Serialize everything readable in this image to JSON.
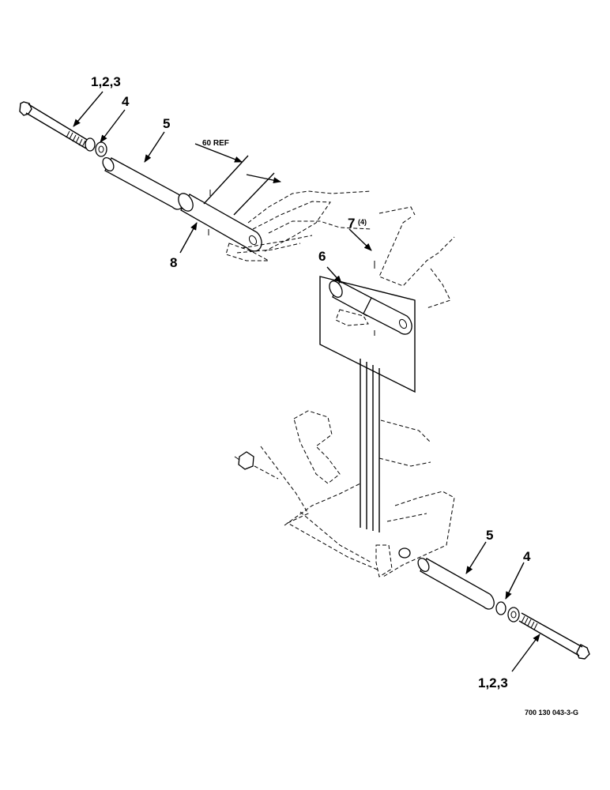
{
  "callouts": {
    "top_bolt": "1,2,3",
    "top_washer": "4",
    "top_spacer": "5",
    "dimension": "60 REF",
    "roller_8": "8",
    "pin_7": "7",
    "pin_7_qty": "(4)",
    "roller_6": "6",
    "bottom_spacer": "5",
    "bottom_washer": "4",
    "bottom_bolt": "1,2,3"
  },
  "drawing_number": "700 130 043-3-G"
}
